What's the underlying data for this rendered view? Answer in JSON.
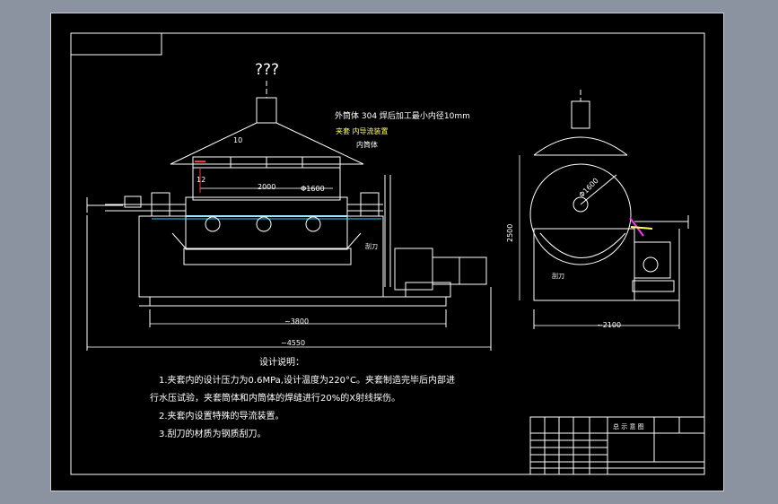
{
  "drawing": {
    "unknown_mark": "???",
    "front_view": {
      "label_outer_shell": "外筒体 304 焊后加工最小内径10mm",
      "label_jacket": "夹套 内导流装置",
      "label_inner_shell": "内筒体",
      "label_scraper": "刮刀",
      "dim_10": "10",
      "dim_12": "12",
      "dim_2000": "2000",
      "dim_dia1600": "Φ1600",
      "dim_3800": "~3800",
      "dim_4550": "~4550"
    },
    "side_view": {
      "dim_dia1600": "Φ1600",
      "dim_2500": "2500",
      "dim_2100": "~2100",
      "label_scraper": "刮刀"
    },
    "notes": {
      "title": "设计说明：",
      "line1": "1.夹套内的设计压力为0.6MPa,设计温度为220°C。夹套制造完毕后内部进",
      "line2": "行水压试验，夹套筒体和内筒体的焊缝进行20%的X射线探伤。",
      "line3": "2.夹套内设置特殊的导流装置。",
      "line4": "3.刮刀的材质为钢质刮刀。"
    },
    "title_block": {
      "title": "总 示 意 图"
    }
  },
  "colors": {
    "background": "#000000",
    "line": "#ffffff",
    "accent_cyan": "#33ccff",
    "accent_magenta": "#ff33ff",
    "accent_yellow": "#ffff66"
  }
}
